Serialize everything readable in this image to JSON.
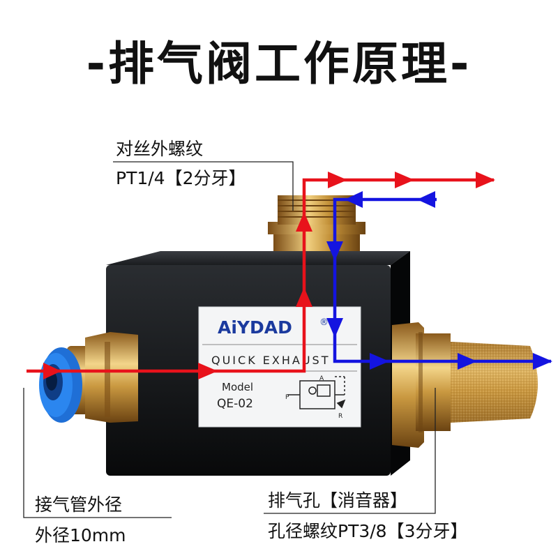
{
  "title": "-排气阀工作原理-",
  "callouts": {
    "top_line1": "对丝外螺纹",
    "top_line2": "PT1/4【2分牙】",
    "left_line1": "接气管外径",
    "left_line2": "外径10mm",
    "right_line1": "排气孔【消音器】",
    "right_line2": "孔径螺纹PT3/8【3分牙】"
  },
  "label": {
    "brand": "AiYDAD",
    "registered": "®",
    "product": "QUICK EXHAUST",
    "model_label": "Model",
    "model_value": "QE-02",
    "port_p": "P",
    "port_a": "A",
    "port_r": "R"
  },
  "colors": {
    "inlet_flow": "#e8121b",
    "exhaust_flow": "#1414e0",
    "body": "#101214",
    "brass": "#c9973e",
    "fitting_blue": "#1f6fd6"
  },
  "icons": [
    "arrow-right-icon",
    "arrow-left-icon",
    "arrow-up-icon",
    "arrow-down-icon",
    "valve-symbol-icon"
  ]
}
